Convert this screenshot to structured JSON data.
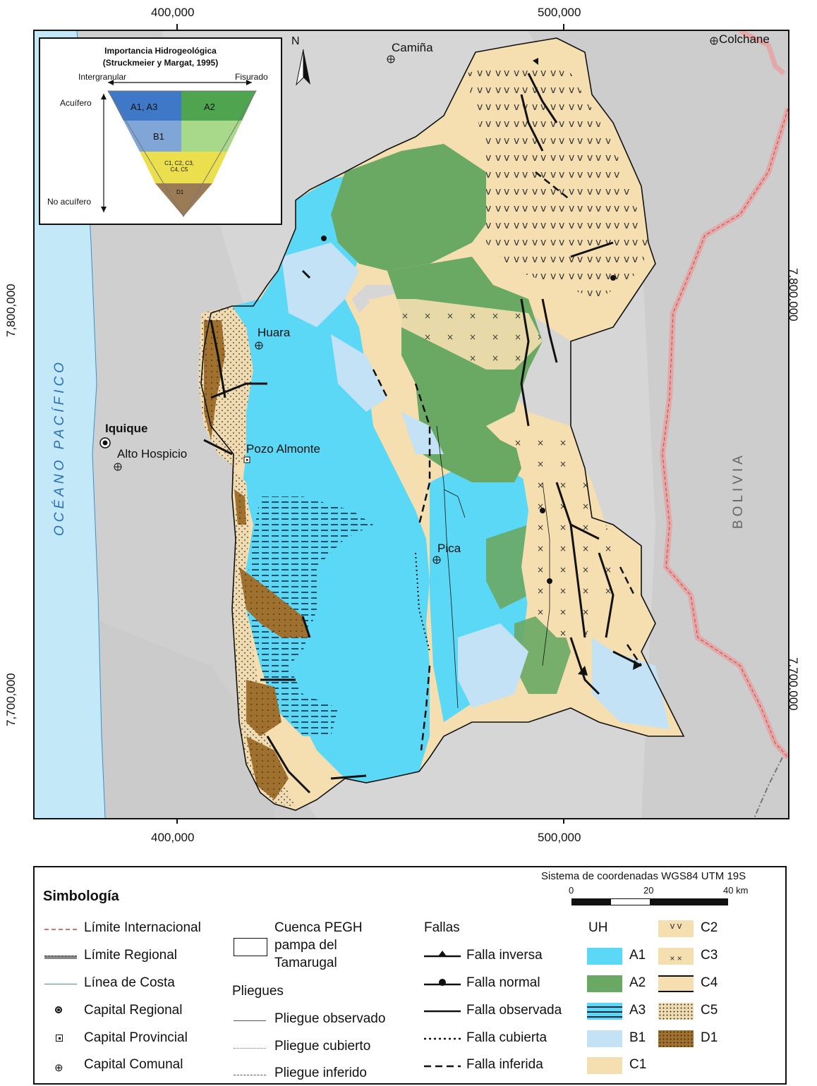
{
  "map": {
    "coords": {
      "top_x": [
        "400,000",
        "500,000"
      ],
      "bottom_x": [
        "400,000",
        "500,000"
      ],
      "left_y": [
        "7,800,000",
        "7,700,000"
      ],
      "right_y": [
        "7,800,000",
        "7,700,000"
      ]
    },
    "north_arrow": "N",
    "places": {
      "camina": "Camiña",
      "colchane": "Colchane",
      "huara": "Huara",
      "iquique": "Iquique",
      "alto_hospicio": "Alto Hospicio",
      "pozo_almonte": "Pozo Almonte",
      "pica": "Pica"
    },
    "ocean": "OCÉANO PACÍFICO",
    "country": "BOLIVIA",
    "colors": {
      "A1": "#5ad8f5",
      "A2": "#6aa964",
      "B1": "#c3e2f5",
      "C1": "#f5deb0",
      "D1": "#a0712e",
      "international": "#e8a0a0",
      "relief": "#d6d6d6"
    }
  },
  "inset": {
    "title_line1": "Importancia Hidrogeológica",
    "title_line2": "(Struckmeier y Margat, 1995)",
    "left_axis": "Intergranular",
    "right_axis": "Fisurado",
    "top_axis": "Acuífero",
    "bottom_axis": "No acuífero",
    "cells": {
      "a1a3": "A1, A3",
      "a2": "A2",
      "b1": "B1",
      "c": "C1, C2, C3, C4, C5",
      "d1": "D1"
    }
  },
  "legend": {
    "title": "Simbología",
    "coordinate_system": "Sistema de coordenadas WGS84 UTM 19S",
    "scale": {
      "labels": [
        "0",
        "20",
        "40 km"
      ]
    },
    "col1": {
      "international": "Límite Internacional",
      "regional_limit": "Límite Regional",
      "coast": "Línea de Costa",
      "cap_regional": "Capital Regional",
      "cap_provincial": "Capital Provincial",
      "cap_comunal": "Capital Comunal"
    },
    "col2": {
      "basin_l1": "Cuenca PEGH",
      "basin_l2": "pampa del",
      "basin_l3": "Tamarugal",
      "folds": "Pliegues",
      "fold_obs": "Pliegue observado",
      "fold_cov": "Pliegue cubierto",
      "fold_inf": "Pliegue inferido"
    },
    "col3": {
      "faults": "Fallas",
      "inverse": "Falla inversa",
      "normal": "Falla normal",
      "observed": "Falla observada",
      "covered": "Falla cubierta",
      "inferred": "Falla inferida"
    },
    "col4": {
      "uh": "UH",
      "units_left": [
        "A1",
        "A2",
        "A3",
        "B1",
        "C1"
      ],
      "units_right": [
        "C2",
        "C3",
        "C4",
        "C5",
        "D1"
      ]
    }
  }
}
